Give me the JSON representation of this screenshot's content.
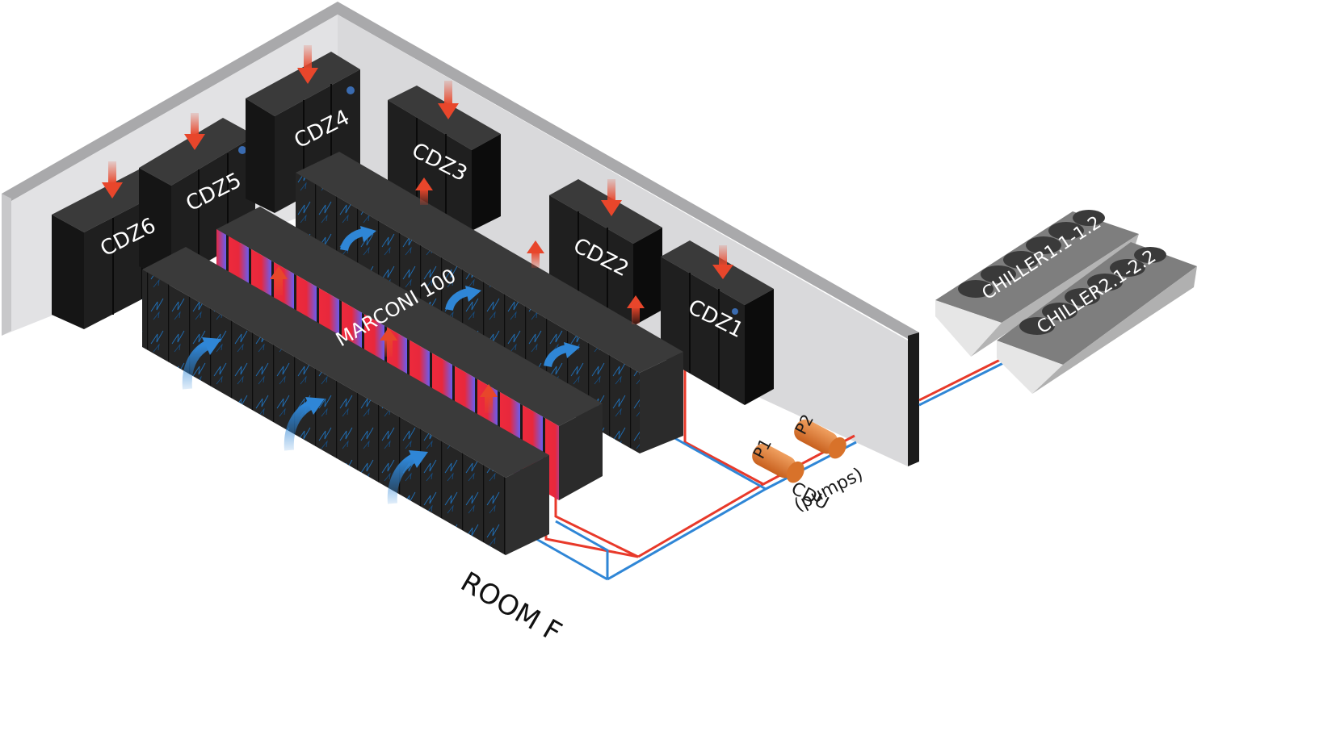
{
  "room_label": "ROOM F",
  "system_label": "MARCONI 100",
  "cdu": {
    "label": "CDU",
    "sub_label": "(pumps)"
  },
  "pumps": [
    {
      "label": "P1"
    },
    {
      "label": "P2"
    }
  ],
  "cooling_units": [
    {
      "label": "CDZ1"
    },
    {
      "label": "CDZ2"
    },
    {
      "label": "CDZ3"
    },
    {
      "label": "CDZ4"
    },
    {
      "label": "CDZ5"
    },
    {
      "label": "CDZ6"
    }
  ],
  "chillers": [
    {
      "label": "CHILLER1.1-1.2"
    },
    {
      "label": "CHILLER2.1-2.2"
    }
  ],
  "colors": {
    "hot_pipe": "#e8392a",
    "cold_pipe": "#2f86d6",
    "cold_air": "#2f86d6",
    "hot_air": "#e8462b",
    "rack_dark": "#2b2b2b",
    "pump": "#e07a2e",
    "wall": "#dcdcde"
  }
}
